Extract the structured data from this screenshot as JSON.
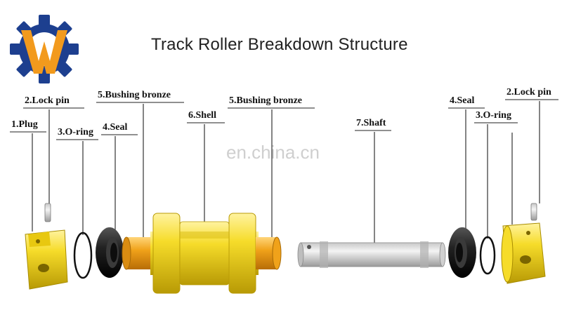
{
  "title": "Track Roller Breakdown Structure",
  "watermark": "en.china.cn",
  "colors": {
    "part_yellow": "#f2d21a",
    "part_orange": "#f0a21a",
    "seal_black": "#1a1a1a",
    "shaft_grey": "#d9d9d9",
    "logo_blue": "#1d3f8f",
    "logo_orange": "#f29a1d"
  },
  "labels": {
    "plug": "1.Plug",
    "lock_pin_left": "2.Lock pin",
    "oring_left": "3.O-ring",
    "seal_left": "4.Seal",
    "bushing_left": "5.Bushing bronze",
    "shell": "6.Shell",
    "bushing_right": "5.Bushing bronze",
    "shaft": "7.Shaft",
    "seal_right": "4.Seal",
    "oring_right": "3.O-ring",
    "lock_pin_right": "2.Lock pin"
  },
  "logo": {
    "icon": "gear-w-logo-icon"
  }
}
